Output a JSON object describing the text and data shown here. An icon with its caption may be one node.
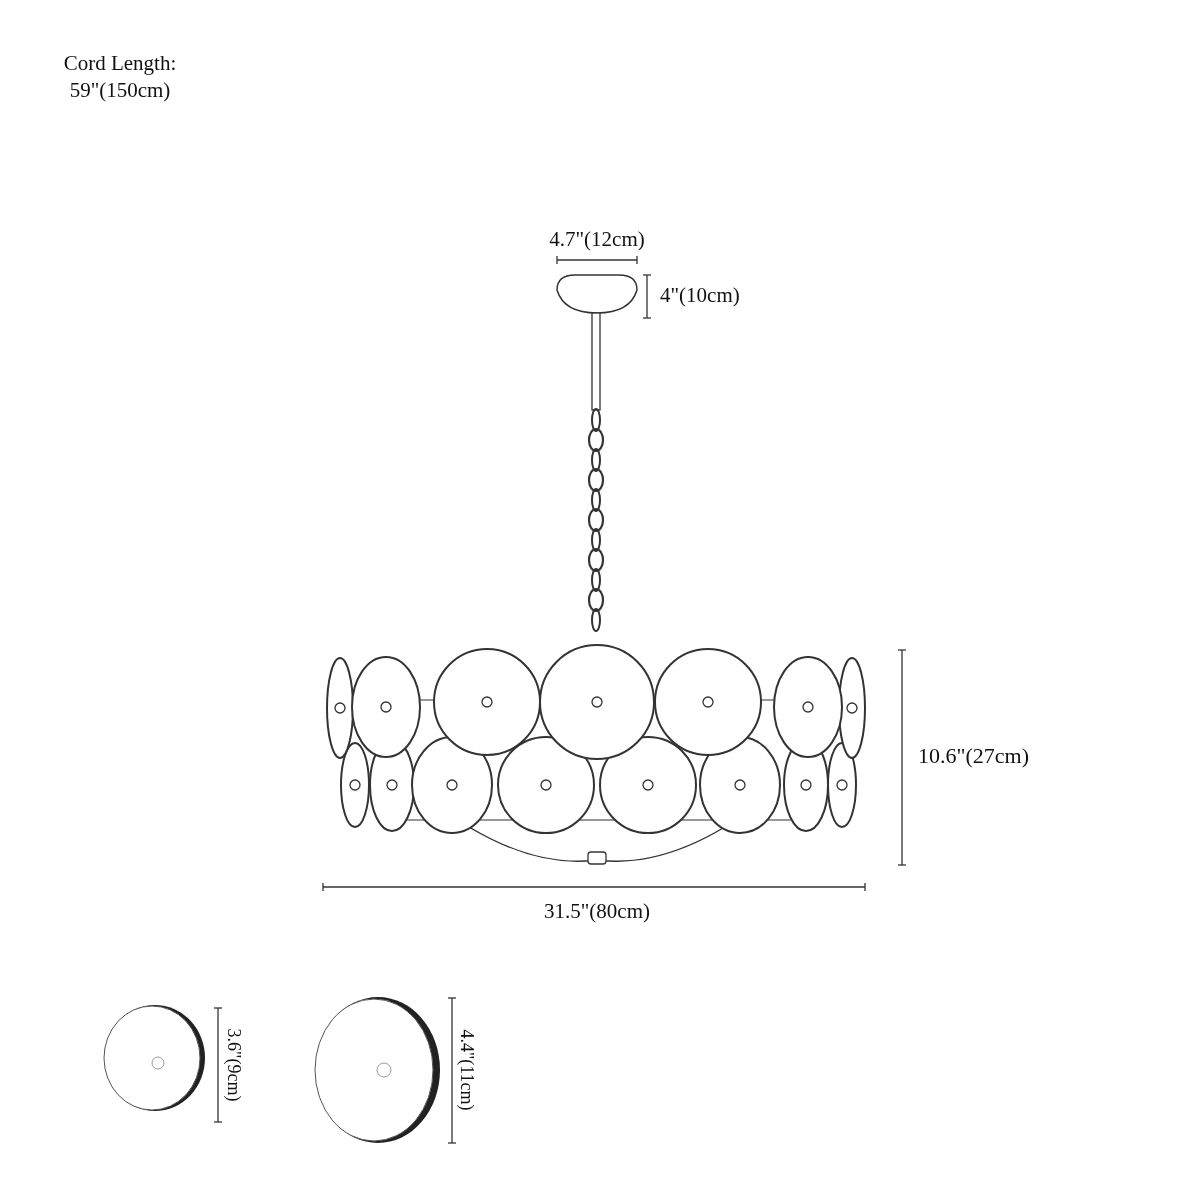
{
  "diagram": {
    "labels": [
      "Cord Length: 59\"(150cm)",
      "4.7\"(12cm)",
      "4\"(10cm)",
      "10.6\"(27cm)",
      "31.5\"(80cm)",
      "3.6\"(9cm)",
      "4.4\"(11cm)"
    ]
  }
}
